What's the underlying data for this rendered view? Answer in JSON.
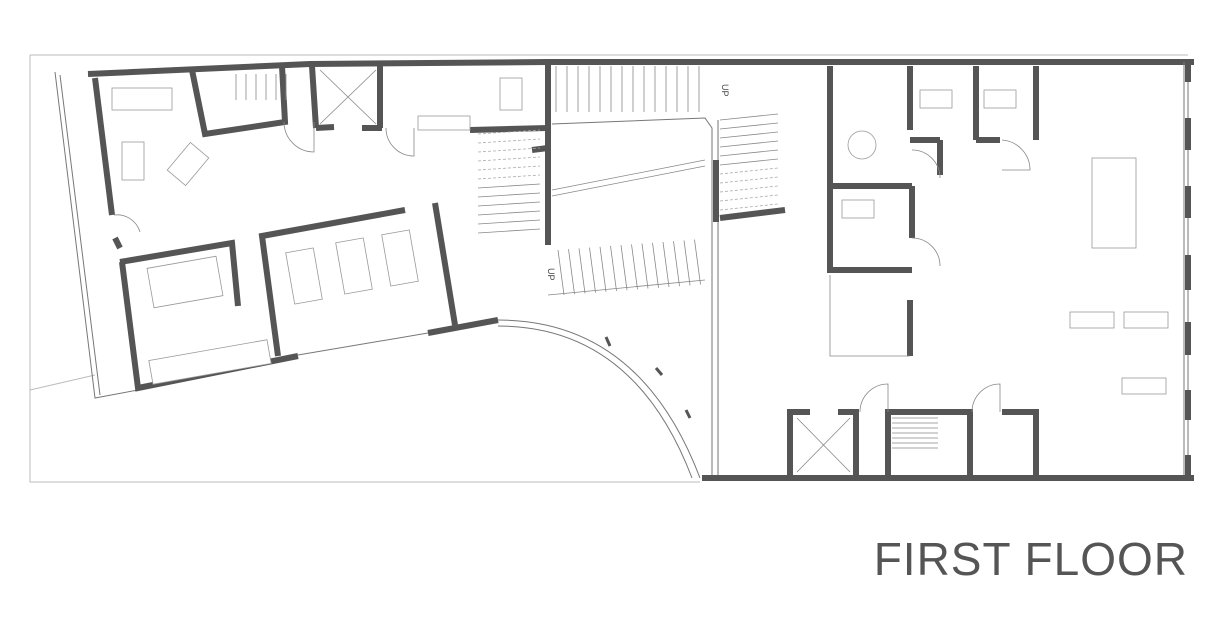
{
  "title": "FIRST FLOOR",
  "labels": {
    "stair_up_1": "UP",
    "stair_up_2": "UP"
  },
  "colors": {
    "wall": "#555555",
    "line": "#888888",
    "background": "#ffffff"
  }
}
